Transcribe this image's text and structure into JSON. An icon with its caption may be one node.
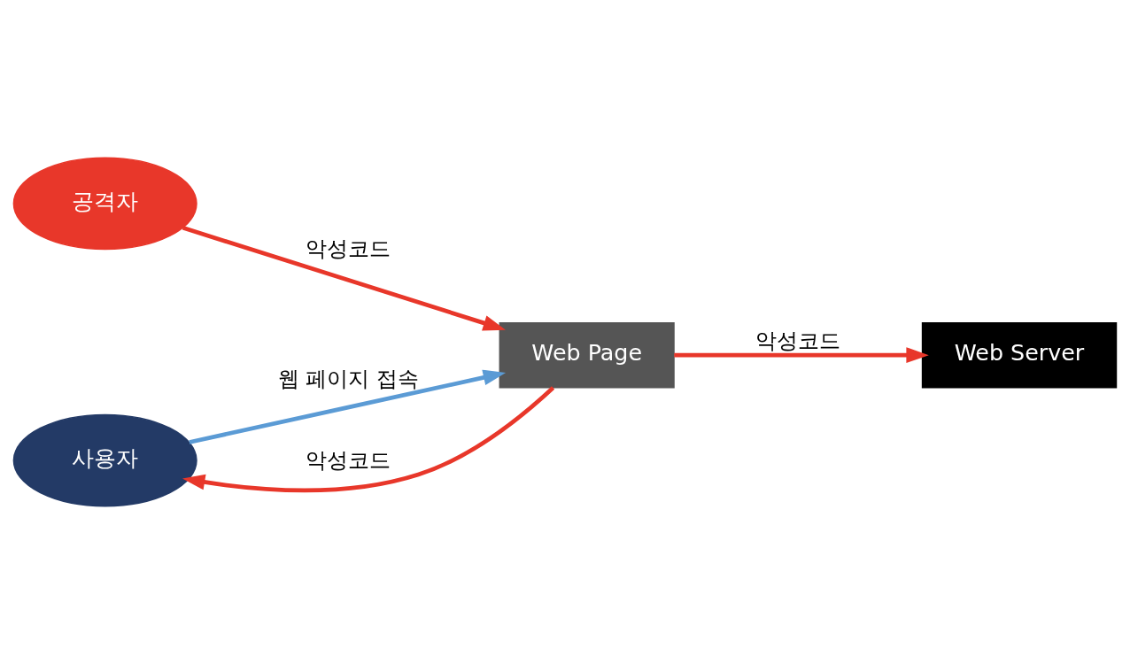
{
  "diagram": {
    "nodes": [
      {
        "text": [
          "공격자"
        ]
      },
      {
        "text": [
          "Web Page"
        ]
      },
      {
        "text": [
          "Web Server"
        ]
      },
      {
        "text": [
          "사용자"
        ]
      }
    ],
    "edges": [
      {
        "from": 0,
        "to": 1,
        "arrow": "to",
        "label": "악성코드"
      },
      {
        "from": 1,
        "to": 2,
        "arrow": "to",
        "label": "악성코드"
      },
      {
        "from": 3,
        "to": 1,
        "arrow": "to",
        "label": "웹 페이지 접속",
        "color": "#5b9bd5"
      },
      {
        "from": 1,
        "to": 3,
        "arrow": "to",
        "label": "악성코드"
      }
    ]
  }
}
